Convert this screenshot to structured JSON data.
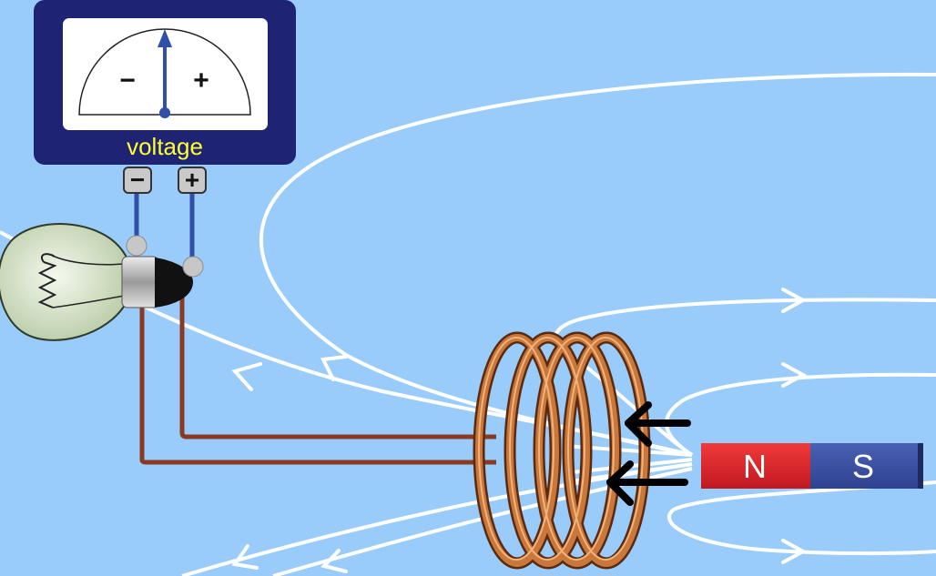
{
  "colors": {
    "background": "#99ccfb",
    "meter_body": "#1f2373",
    "meter_label": "#ffff33",
    "field_lines": "#ffffff",
    "coil": "#b4632a",
    "wire": "#8a3a22",
    "probe_wire": "#2f4fa8",
    "magnet_north": "#e0202a",
    "magnet_south": "#3a4fa0"
  },
  "voltmeter": {
    "label": "voltage",
    "minus_sign": "−",
    "plus_sign": "+",
    "terminal_minus": "−",
    "terminal_plus": "+",
    "needle_reading": 0.0
  },
  "magnet": {
    "north_label": "N",
    "south_label": "S"
  },
  "icons": {
    "bulb": "lightbulb-icon",
    "coil": "coil-icon",
    "arrow": "arrow-left-icon"
  }
}
